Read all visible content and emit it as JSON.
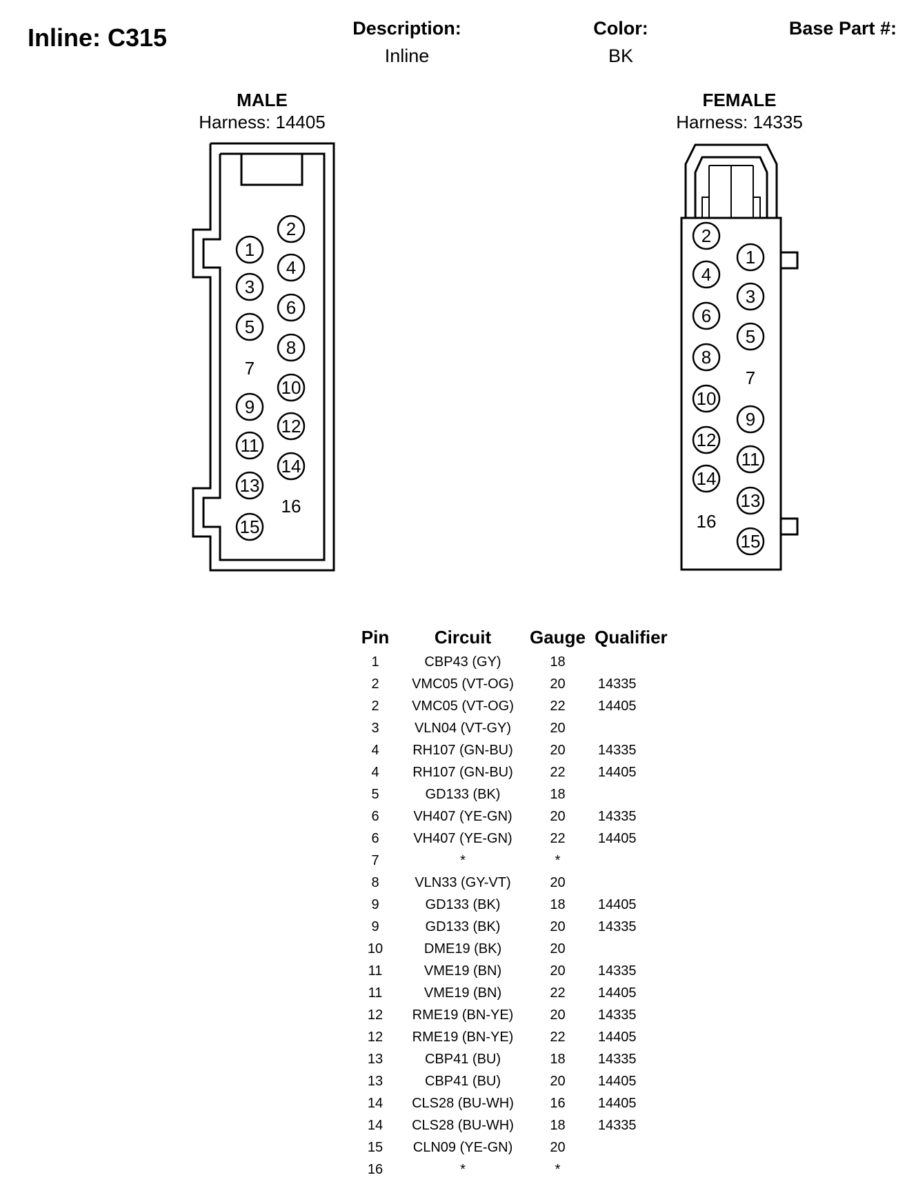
{
  "header": {
    "title": "Inline: C315",
    "description_label": "Description:",
    "description_value": "Inline",
    "color_label": "Color:",
    "color_value": "BK",
    "base_part_label": "Base Part #:"
  },
  "male": {
    "title": "MALE",
    "harness": "Harness: 14405",
    "pins": [
      {
        "label": "1",
        "circled": true
      },
      {
        "label": "2",
        "circled": true
      },
      {
        "label": "3",
        "circled": true
      },
      {
        "label": "4",
        "circled": true
      },
      {
        "label": "5",
        "circled": true
      },
      {
        "label": "6",
        "circled": true
      },
      {
        "label": "7",
        "circled": false
      },
      {
        "label": "8",
        "circled": true
      },
      {
        "label": "9",
        "circled": true
      },
      {
        "label": "10",
        "circled": true
      },
      {
        "label": "11",
        "circled": true
      },
      {
        "label": "12",
        "circled": true
      },
      {
        "label": "13",
        "circled": true
      },
      {
        "label": "14",
        "circled": true
      },
      {
        "label": "15",
        "circled": true
      },
      {
        "label": "16",
        "circled": false
      }
    ]
  },
  "female": {
    "title": "FEMALE",
    "harness": "Harness: 14335",
    "pins": [
      {
        "label": "1",
        "circled": true
      },
      {
        "label": "2",
        "circled": true
      },
      {
        "label": "3",
        "circled": true
      },
      {
        "label": "4",
        "circled": true
      },
      {
        "label": "5",
        "circled": true
      },
      {
        "label": "6",
        "circled": true
      },
      {
        "label": "7",
        "circled": false
      },
      {
        "label": "8",
        "circled": true
      },
      {
        "label": "9",
        "circled": true
      },
      {
        "label": "10",
        "circled": true
      },
      {
        "label": "11",
        "circled": true
      },
      {
        "label": "12",
        "circled": true
      },
      {
        "label": "13",
        "circled": true
      },
      {
        "label": "14",
        "circled": true
      },
      {
        "label": "15",
        "circled": true
      },
      {
        "label": "16",
        "circled": false
      }
    ]
  },
  "table": {
    "headers": [
      "Pin",
      "Circuit",
      "Gauge",
      "Qualifier"
    ],
    "rows": [
      [
        "1",
        "CBP43 (GY)",
        "18",
        ""
      ],
      [
        "2",
        "VMC05 (VT-OG)",
        "20",
        "14335"
      ],
      [
        "2",
        "VMC05 (VT-OG)",
        "22",
        "14405"
      ],
      [
        "3",
        "VLN04 (VT-GY)",
        "20",
        ""
      ],
      [
        "4",
        "RH107 (GN-BU)",
        "20",
        "14335"
      ],
      [
        "4",
        "RH107 (GN-BU)",
        "22",
        "14405"
      ],
      [
        "5",
        "GD133 (BK)",
        "18",
        ""
      ],
      [
        "6",
        "VH407 (YE-GN)",
        "20",
        "14335"
      ],
      [
        "6",
        "VH407 (YE-GN)",
        "22",
        "14405"
      ],
      [
        "7",
        "*",
        "*",
        ""
      ],
      [
        "8",
        "VLN33 (GY-VT)",
        "20",
        ""
      ],
      [
        "9",
        "GD133 (BK)",
        "18",
        "14405"
      ],
      [
        "9",
        "GD133 (BK)",
        "20",
        "14335"
      ],
      [
        "10",
        "DME19 (BK)",
        "20",
        ""
      ],
      [
        "11",
        "VME19 (BN)",
        "20",
        "14335"
      ],
      [
        "11",
        "VME19 (BN)",
        "22",
        "14405"
      ],
      [
        "12",
        "RME19 (BN-YE)",
        "20",
        "14335"
      ],
      [
        "12",
        "RME19 (BN-YE)",
        "22",
        "14405"
      ],
      [
        "13",
        "CBP41 (BU)",
        "18",
        "14335"
      ],
      [
        "13",
        "CBP41 (BU)",
        "20",
        "14405"
      ],
      [
        "14",
        "CLS28 (BU-WH)",
        "16",
        "14405"
      ],
      [
        "14",
        "CLS28 (BU-WH)",
        "18",
        "14335"
      ],
      [
        "15",
        "CLN09 (YE-GN)",
        "20",
        ""
      ],
      [
        "16",
        "*",
        "*",
        ""
      ]
    ]
  }
}
